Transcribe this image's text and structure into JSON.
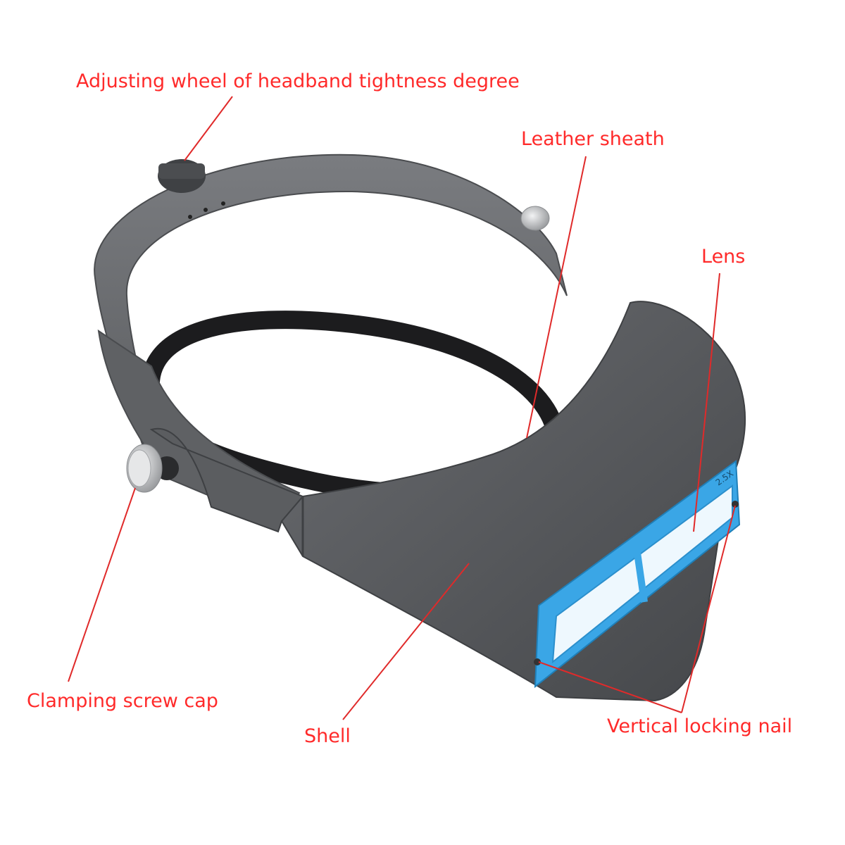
{
  "labels": {
    "adjusting_wheel": "Adjusting wheel of headband tightness degree",
    "leather_sheath": "Leather sheath",
    "lens": "Lens",
    "clamping_screw_cap": "Clamping screw cap",
    "shell": "Shell",
    "vertical_locking_nail": "Vertical locking nail"
  },
  "lens_magnification": "2.5X",
  "colors": {
    "label": "#ff2a2a",
    "leader_line": "#e02a2a",
    "shell": "#55575a",
    "headband": "#6e7073",
    "sheath": "#1c1c1e",
    "lens_frame": "#3aa6e6",
    "lens_glass": "#eef8fe",
    "screw": "#cfd1d3"
  }
}
